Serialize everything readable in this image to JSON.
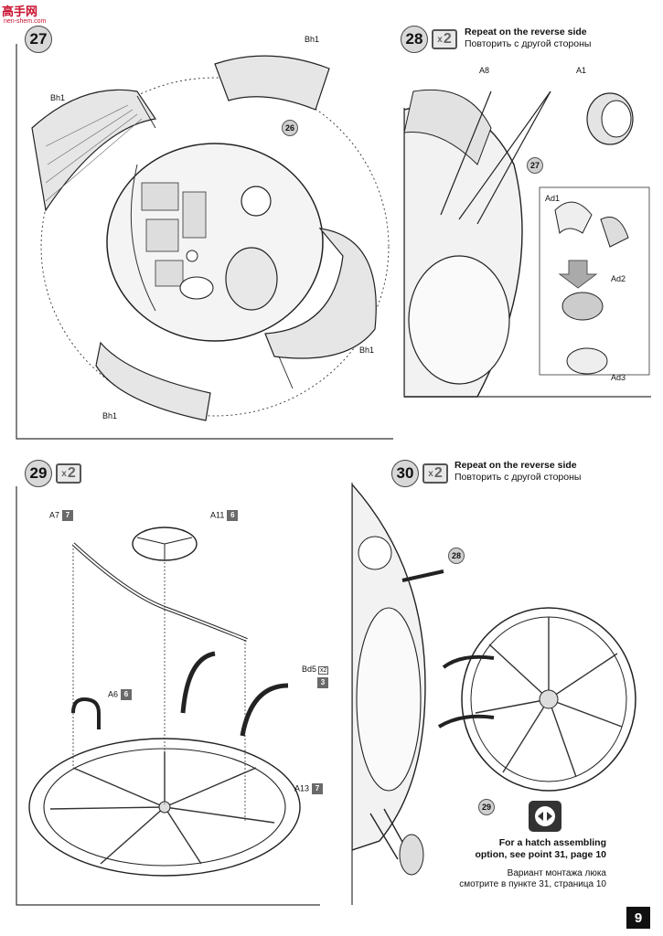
{
  "watermark": {
    "text": "高手网",
    "sub": "nen-shem.com"
  },
  "steps": [
    {
      "num": "27"
    },
    {
      "num": "28",
      "mult": "2",
      "mult_prefix": "x",
      "en": "Repeat on the reverse side",
      "ru": "Повторить с другой стороны"
    },
    {
      "num": "29",
      "mult": "2",
      "mult_prefix": "x"
    },
    {
      "num": "30",
      "mult": "2",
      "mult_prefix": "x",
      "en": "Repeat on the reverse side",
      "ru": "Повторить с другой стороны"
    }
  ],
  "labels27": [
    "Bh1",
    "Bh1",
    "Bh1",
    "Bh1",
    "26"
  ],
  "labels28": [
    "A8",
    "A1",
    "27",
    "Ad1",
    "Ad2",
    "Ad3"
  ],
  "labels29": {
    "a7": "A7",
    "a7_badge": "7",
    "a11": "A11",
    "a11_badge": "6",
    "bd5": "Bd5",
    "bd5_mult": "2",
    "bd5_badge": "3",
    "a6": "A6",
    "a6_badge": "6",
    "a13": "A13",
    "a13_badge": "7"
  },
  "labels30": [
    "28",
    "29"
  ],
  "note": {
    "en_line1": "For a hatch assembling",
    "en_line2": "option, see point 31, page 10",
    "ru_line1": "Вариант монтажа люка",
    "ru_line2": "смотрите в пункте 31, страница 10"
  },
  "page_number": "9"
}
